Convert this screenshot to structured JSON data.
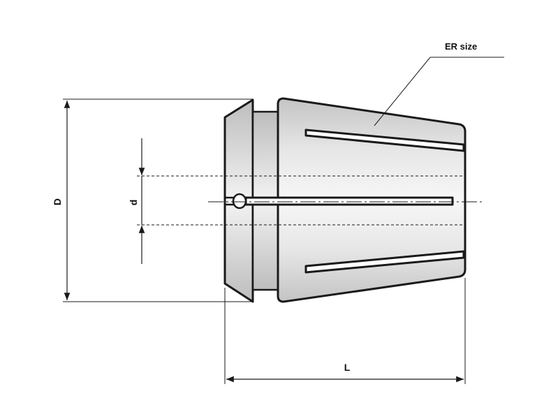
{
  "labels": {
    "er_size": "ER size",
    "diameter_outer": "D",
    "diameter_bore": "d",
    "length": "L"
  },
  "colors": {
    "stroke": "#1a1a1a",
    "body_light": "#f4f4f4",
    "body_mid": "#d6d6d6",
    "body_dark": "#b8b8b8",
    "dim_line": "#1a1a1a"
  }
}
